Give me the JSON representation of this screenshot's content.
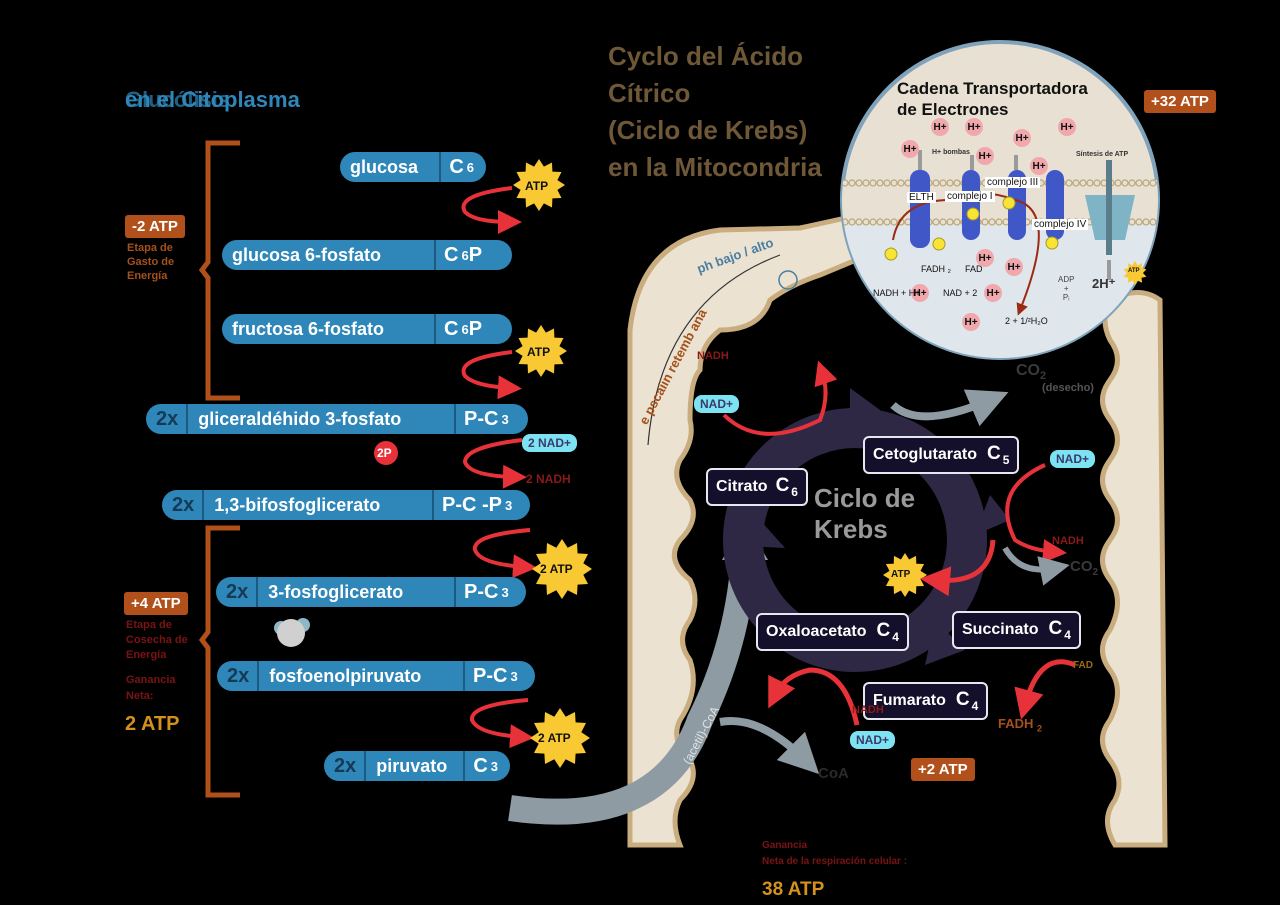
{
  "headings": {
    "cytoplasm_overlap": "Glucólisis",
    "cytoplasm": "en el Citoplasma",
    "krebs_title_lines": [
      "Cyclo del Ácido",
      "Cítrico",
      "(Ciclo de Krebs)",
      "en la Mitocondria"
    ],
    "etc_title_lines": [
      "Cadena Transportadora",
      "de Electrones"
    ]
  },
  "glycolysis": {
    "molecules": [
      {
        "prefix": "",
        "name": "glucosa",
        "formula": "C",
        "sub": "6"
      },
      {
        "prefix": "",
        "name": "glucosa 6-fosfato",
        "formula": "C",
        "sub": "6",
        "suffix": "P"
      },
      {
        "prefix": "",
        "name": "fructosa 6-fosfato",
        "formula": "C",
        "sub": "6",
        "suffix": "P"
      },
      {
        "prefix": "2x",
        "name": "gliceraldéhido 3-fosfato",
        "formula": "P-C",
        "sub": "3"
      },
      {
        "prefix": "2x",
        "name": "1,3-bifosfoglicerato",
        "formula": "P-C -P",
        "sub": "3"
      },
      {
        "prefix": "2x",
        "name": "3-fosfoglicerato",
        "formula": "P-C",
        "sub": "3"
      },
      {
        "prefix": "2x",
        "name": "fosfoenolpiruvato",
        "formula": "P-C",
        "sub": "3"
      },
      {
        "prefix": "2x",
        "name": "piruvato",
        "formula": "C",
        "sub": "3"
      }
    ],
    "atp_stars": [
      "ATP",
      "ATP",
      "2 ATP",
      "2 ATP"
    ],
    "phosphate_badge": "2P",
    "nad_plus": "2 NAD+",
    "nadh": "2 NADH",
    "investment": {
      "badge": "-2 ATP",
      "label_lines": [
        "Etapa de",
        "Gasto de",
        "Energía"
      ]
    },
    "payoff": {
      "badge": "+4 ATP",
      "label_lines": [
        "Etapa de",
        "Cosecha de",
        "Energía"
      ]
    },
    "net": {
      "label_lines": [
        "Ganancia",
        "Neta:"
      ],
      "value": "2 ATP"
    }
  },
  "membrane": {
    "curved_text_a": "e pscaiin retemb ana",
    "curved_text_b": "ph bajo / alto"
  },
  "krebs": {
    "center_lines": [
      "Ciclo de",
      "Krebs"
    ],
    "compounds": [
      {
        "name": "Citrato",
        "formula": "C",
        "sub": "6"
      },
      {
        "name": "Cetoglutarato",
        "formula": "C",
        "sub": "5"
      },
      {
        "name": "Succinato",
        "formula": "C",
        "sub": "4"
      },
      {
        "name": "Fumarato",
        "formula": "C",
        "sub": "4"
      },
      {
        "name": "Oxaloacetato",
        "formula": "C",
        "sub": "4"
      }
    ],
    "nad_plus": "NAD+",
    "nadh": "NADH",
    "co2_waste": {
      "formula": "CO",
      "sub": "2",
      "note": "(desecho)"
    },
    "co2": {
      "formula": "CO",
      "sub": "2"
    },
    "atp": "ATP",
    "fad": "FAD",
    "fadh2": {
      "text": "FADH",
      "sub": "2"
    },
    "acetyl_coa": "(acetil)-CoA",
    "coa": "CoA",
    "badge": "+2 ATP"
  },
  "etc": {
    "badge": "+32 ATP",
    "hplus": "H+",
    "pumps_label": "H+ bombas",
    "atp_synthase_label": "Síntesis de ATP",
    "complexes": [
      "ELTH",
      "complejo I",
      "complejo III",
      "complejo IV"
    ],
    "fadh2": "FADH ₂",
    "fad": "FAD",
    "nadh_eq": "NADH + H+",
    "nad_eq": "NAD + 2",
    "water_eq": "2 + 1/²H₂O",
    "adp": [
      "ADP",
      "+",
      "Pᵢ"
    ],
    "two_h": "2H⁺",
    "atp": "ATP"
  },
  "summary": {
    "label_lines": [
      "Ganancia",
      "Neta de la respiración celular :"
    ],
    "value": "38 ATP"
  },
  "colors": {
    "molecule_blue": "#2e86b9",
    "bracket_brown": "#b1501a",
    "title_brown": "#6f5838",
    "membrane_beige": "#ebe2d2",
    "krebs_purple": "#2f2845",
    "reaction_red": "#e8323a",
    "atp_yellow": "#f9c934",
    "gold": "#d4921c",
    "nad_cyan": "#7de3f3"
  }
}
